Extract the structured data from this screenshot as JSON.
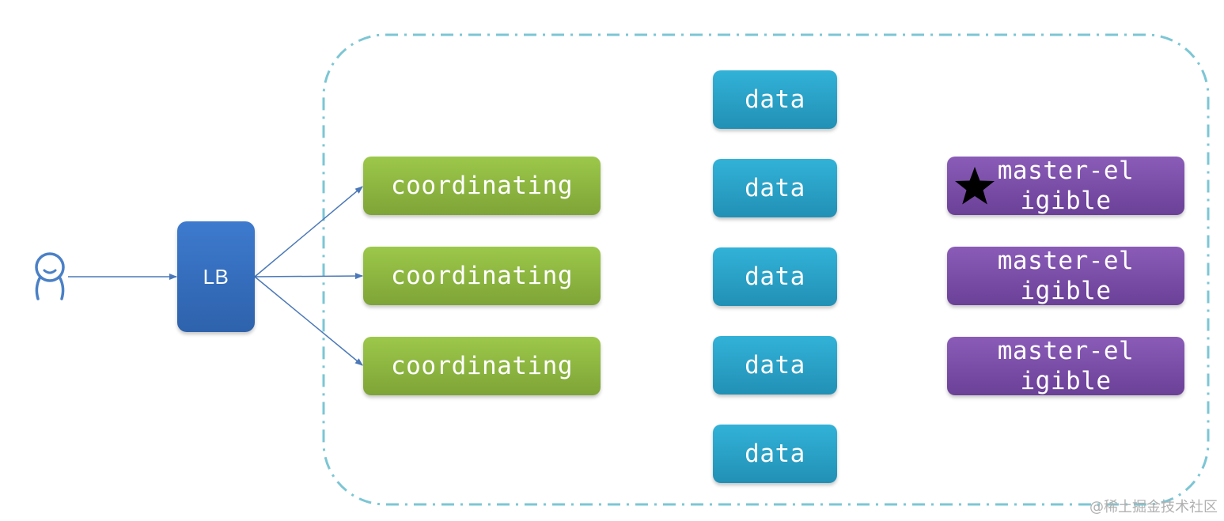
{
  "diagram": {
    "load_balancer": {
      "label": "LB"
    },
    "coordinating_nodes": [
      {
        "label": "coordinating"
      },
      {
        "label": "coordinating"
      },
      {
        "label": "coordinating"
      }
    ],
    "data_nodes": [
      {
        "label": "data"
      },
      {
        "label": "data"
      },
      {
        "label": "data"
      },
      {
        "label": "data"
      },
      {
        "label": "data"
      }
    ],
    "master_nodes": [
      {
        "label": "master-eligible",
        "elected": true
      },
      {
        "label": "master-eligible",
        "elected": false
      },
      {
        "label": "master-eligible",
        "elected": false
      }
    ],
    "user_icon": "user-icon",
    "star_icon": "star-icon",
    "colors": {
      "lb": "#3468b8",
      "coordinating": "#8db842",
      "data": "#2aa3c8",
      "master": "#7a4fa8",
      "cluster_border": "#7cc6d4",
      "arrow": "#4a78b8",
      "user_icon": "#4a80c6"
    }
  },
  "watermark": "@稀土掘金技术社区"
}
